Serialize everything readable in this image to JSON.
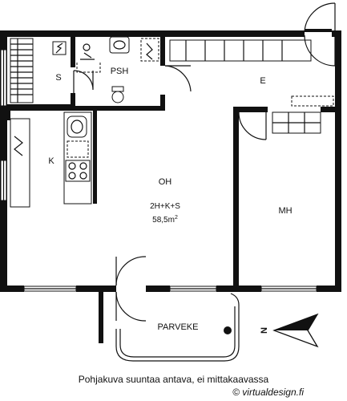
{
  "rooms": {
    "sauna": "S",
    "washroom": "PSH",
    "hall": "E",
    "kitchen": "K",
    "living": "OH",
    "bedroom": "MH",
    "balcony": "PARVEKE"
  },
  "apartment": {
    "layout": "2H+K+S",
    "area_value": "58,5m",
    "area_sup": "2"
  },
  "compass": {
    "north_letter": "N"
  },
  "footer": {
    "caption": "Pohjakuva suuntaa antava, ei mittakaavassa",
    "credit": "© virtualdesign.fi"
  },
  "colors": {
    "ink": "#111111",
    "paper": "#ffffff"
  }
}
